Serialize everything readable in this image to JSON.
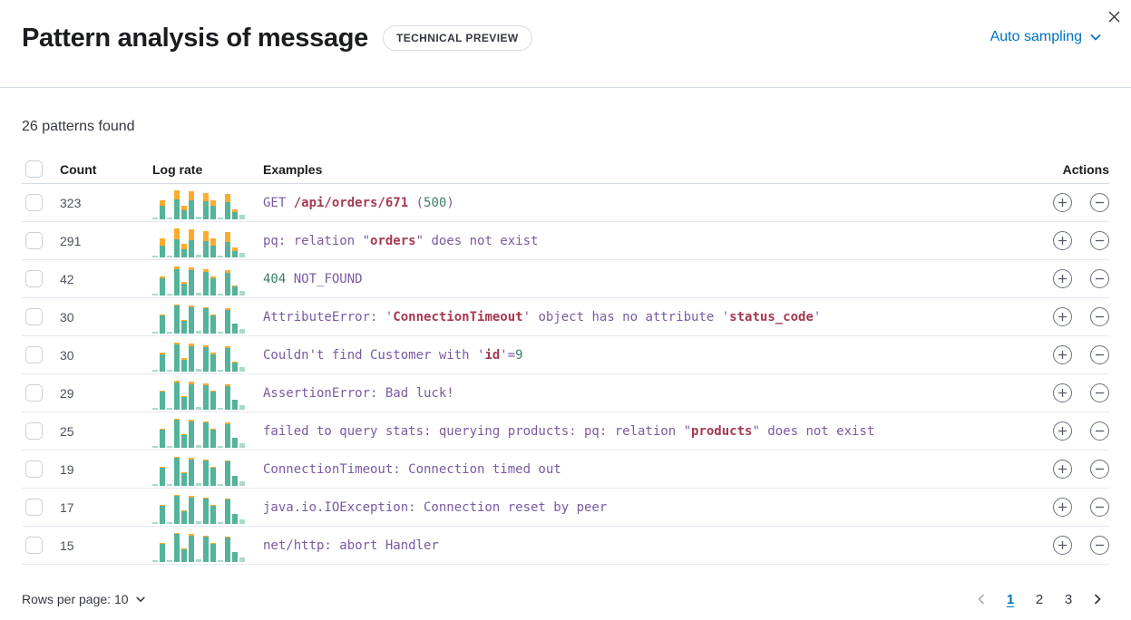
{
  "header": {
    "title": "Pattern analysis of message",
    "badge": "TECHNICAL PREVIEW",
    "sampling_label": "Auto sampling"
  },
  "summary": "26 patterns found",
  "table": {
    "columns": {
      "count": "Count",
      "log_rate": "Log rate",
      "examples": "Examples",
      "actions": "Actions"
    },
    "rows": [
      {
        "count": 323,
        "tokens": [
          {
            "t": "GET ",
            "c": "p"
          },
          {
            "t": "/api/orders/671",
            "c": "m"
          },
          {
            "t": " (",
            "c": "p"
          },
          {
            "t": "500",
            "c": "g"
          },
          {
            "t": ")",
            "c": "p"
          }
        ],
        "bars": [
          [
            6,
            0
          ],
          [
            44,
            20
          ],
          [
            6,
            0
          ],
          [
            68,
            32
          ],
          [
            30,
            14
          ],
          [
            64,
            30
          ],
          [
            8,
            0
          ],
          [
            61,
            29
          ],
          [
            44,
            20
          ],
          [
            6,
            0
          ],
          [
            58,
            28
          ],
          [
            23,
            11
          ],
          [
            14,
            0
          ]
        ]
      },
      {
        "count": 291,
        "tokens": [
          {
            "t": "pq: relation \"",
            "c": "p"
          },
          {
            "t": "orders",
            "c": "m"
          },
          {
            "t": "\" does not exist",
            "c": "p"
          }
        ],
        "bars": [
          [
            6,
            0
          ],
          [
            40,
            24
          ],
          [
            6,
            0
          ],
          [
            62,
            38
          ],
          [
            27,
            17
          ],
          [
            58,
            36
          ],
          [
            8,
            0
          ],
          [
            56,
            34
          ],
          [
            40,
            24
          ],
          [
            6,
            0
          ],
          [
            53,
            33
          ],
          [
            21,
            13
          ],
          [
            14,
            0
          ]
        ]
      },
      {
        "count": 42,
        "tokens": [
          {
            "t": "404",
            "c": "g"
          },
          {
            "t": " NOT_FOUND",
            "c": "p"
          }
        ],
        "bars": [
          [
            6,
            0
          ],
          [
            58,
            6
          ],
          [
            6,
            0
          ],
          [
            90,
            10
          ],
          [
            40,
            4
          ],
          [
            85,
            9
          ],
          [
            8,
            0
          ],
          [
            81,
            9
          ],
          [
            58,
            6
          ],
          [
            6,
            0
          ],
          [
            77,
            9
          ],
          [
            31,
            3
          ],
          [
            14,
            0
          ]
        ]
      },
      {
        "count": 30,
        "tokens": [
          {
            "t": "AttributeError: '",
            "c": "p"
          },
          {
            "t": "ConnectionTimeout",
            "c": "m"
          },
          {
            "t": "' object has no attribute '",
            "c": "p"
          },
          {
            "t": "status_code",
            "c": "m"
          },
          {
            "t": "'",
            "c": "p"
          }
        ],
        "bars": [
          [
            6,
            0
          ],
          [
            60,
            4
          ],
          [
            6,
            0
          ],
          [
            94,
            6
          ],
          [
            41,
            3
          ],
          [
            88,
            6
          ],
          [
            8,
            0
          ],
          [
            85,
            5
          ],
          [
            60,
            4
          ],
          [
            6,
            0
          ],
          [
            81,
            5
          ],
          [
            32,
            2
          ],
          [
            14,
            0
          ]
        ]
      },
      {
        "count": 30,
        "tokens": [
          {
            "t": "Couldn't find Customer with '",
            "c": "p"
          },
          {
            "t": "id",
            "c": "m"
          },
          {
            "t": "'=",
            "c": "p"
          },
          {
            "t": "9",
            "c": "g"
          }
        ],
        "bars": [
          [
            6,
            0
          ],
          [
            59,
            5
          ],
          [
            6,
            0
          ],
          [
            92,
            8
          ],
          [
            40,
            4
          ],
          [
            86,
            8
          ],
          [
            8,
            0
          ],
          [
            83,
            7
          ],
          [
            59,
            5
          ],
          [
            6,
            0
          ],
          [
            79,
            7
          ],
          [
            31,
            3
          ],
          [
            14,
            0
          ]
        ]
      },
      {
        "count": 29,
        "tokens": [
          {
            "t": "AssertionError: Bad luck!",
            "c": "p"
          }
        ],
        "bars": [
          [
            6,
            0
          ],
          [
            60,
            4
          ],
          [
            6,
            0
          ],
          [
            93,
            7
          ],
          [
            41,
            3
          ],
          [
            87,
            7
          ],
          [
            8,
            0
          ],
          [
            84,
            6
          ],
          [
            60,
            4
          ],
          [
            6,
            0
          ],
          [
            80,
            6
          ],
          [
            32,
            2
          ],
          [
            14,
            0
          ]
        ]
      },
      {
        "count": 25,
        "tokens": [
          {
            "t": "failed to query stats: querying products: pq: relation \"",
            "c": "p"
          },
          {
            "t": "products",
            "c": "m"
          },
          {
            "t": "\" does not exist",
            "c": "p"
          }
        ],
        "bars": [
          [
            6,
            0
          ],
          [
            60,
            4
          ],
          [
            6,
            0
          ],
          [
            94,
            6
          ],
          [
            41,
            3
          ],
          [
            88,
            6
          ],
          [
            8,
            0
          ],
          [
            85,
            5
          ],
          [
            60,
            4
          ],
          [
            6,
            0
          ],
          [
            81,
            5
          ],
          [
            32,
            2
          ],
          [
            14,
            0
          ]
        ]
      },
      {
        "count": 19,
        "tokens": [
          {
            "t": "ConnectionTimeout: Connection timed out",
            "c": "p"
          }
        ],
        "bars": [
          [
            6,
            0
          ],
          [
            61,
            3
          ],
          [
            6,
            0
          ],
          [
            95,
            5
          ],
          [
            42,
            2
          ],
          [
            89,
            5
          ],
          [
            8,
            0
          ],
          [
            85,
            5
          ],
          [
            61,
            3
          ],
          [
            6,
            0
          ],
          [
            82,
            4
          ],
          [
            32,
            2
          ],
          [
            14,
            0
          ]
        ]
      },
      {
        "count": 17,
        "tokens": [
          {
            "t": "java.io.IOException: Connection reset by peer",
            "c": "p"
          }
        ],
        "bars": [
          [
            6,
            0
          ],
          [
            61,
            3
          ],
          [
            6,
            0
          ],
          [
            95,
            5
          ],
          [
            42,
            2
          ],
          [
            89,
            5
          ],
          [
            8,
            0
          ],
          [
            85,
            5
          ],
          [
            61,
            3
          ],
          [
            6,
            0
          ],
          [
            82,
            4
          ],
          [
            32,
            2
          ],
          [
            14,
            0
          ]
        ]
      },
      {
        "count": 15,
        "tokens": [
          {
            "t": "net/http: abort Handler",
            "c": "p"
          }
        ],
        "bars": [
          [
            6,
            0
          ],
          [
            61,
            3
          ],
          [
            6,
            0
          ],
          [
            96,
            4
          ],
          [
            42,
            2
          ],
          [
            90,
            4
          ],
          [
            8,
            0
          ],
          [
            86,
            4
          ],
          [
            61,
            3
          ],
          [
            6,
            0
          ],
          [
            83,
            3
          ],
          [
            33,
            1
          ],
          [
            14,
            0
          ]
        ]
      }
    ]
  },
  "chart_data": {
    "type": "bar",
    "stacked": true,
    "unit": "percent-of-chart-height",
    "bars_per_row": 13,
    "colors": {
      "base": "#54b399",
      "base_small": "#a9dbc9",
      "pattern_overlay": "#fcab2d"
    },
    "note_source": "per-row stacked values stored in table.rows[].bars as [base, overlay]"
  },
  "footer": {
    "rows_per_page": "Rows per page: 10",
    "pagination": {
      "pages": [
        "1",
        "2",
        "3"
      ],
      "active": "1"
    }
  },
  "colors": {
    "link_blue": "#0071c2",
    "title_text": "#1a1c21",
    "body_text": "#343741",
    "divider": "#d3dae6",
    "row_divider": "#e4e9f0",
    "token_static": "#7a5aa2",
    "token_variable": "#a53950",
    "token_number": "#3c7d6a",
    "chart_green": "#54b399",
    "chart_orange": "#fcab2d"
  },
  "icons": {
    "close": "×",
    "chevron_down": "⌄",
    "chevron_left": "‹",
    "chevron_right": "›",
    "plus": "+",
    "minus": "−"
  }
}
